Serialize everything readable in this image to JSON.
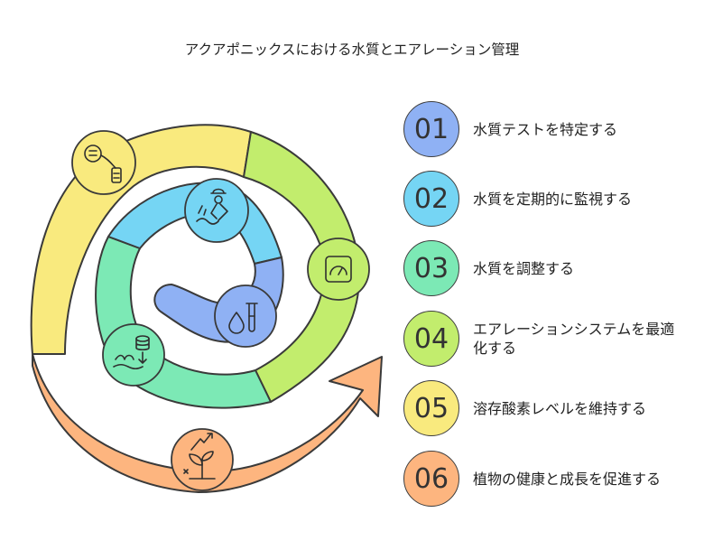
{
  "title": "アクアポニックスにおける水質とエアレーション管理",
  "steps": [
    {
      "num": "01",
      "label": "水質テストを特定する",
      "color": "#8fb1f4"
    },
    {
      "num": "02",
      "label": "水質を定期的に監視する",
      "color": "#75d5f4"
    },
    {
      "num": "03",
      "label": "水質を調整する",
      "color": "#7ce9b5"
    },
    {
      "num": "04",
      "label": "エアレーションシステムを最適化する",
      "color": "#c2ed6d"
    },
    {
      "num": "05",
      "label": "溶存酸素レベルを維持する",
      "color": "#f9ea7e"
    },
    {
      "num": "06",
      "label": "植物の健康と成長を促進する",
      "color": "#fdb57f"
    }
  ],
  "icons": {
    "blue": "test-tube-drop-icon",
    "cyan": "farmer-watering-icon",
    "green": "database-plants-icon",
    "lime": "gauge-icon",
    "yellow": "aerator-pump-icon",
    "orange": "plant-growth-icon"
  }
}
